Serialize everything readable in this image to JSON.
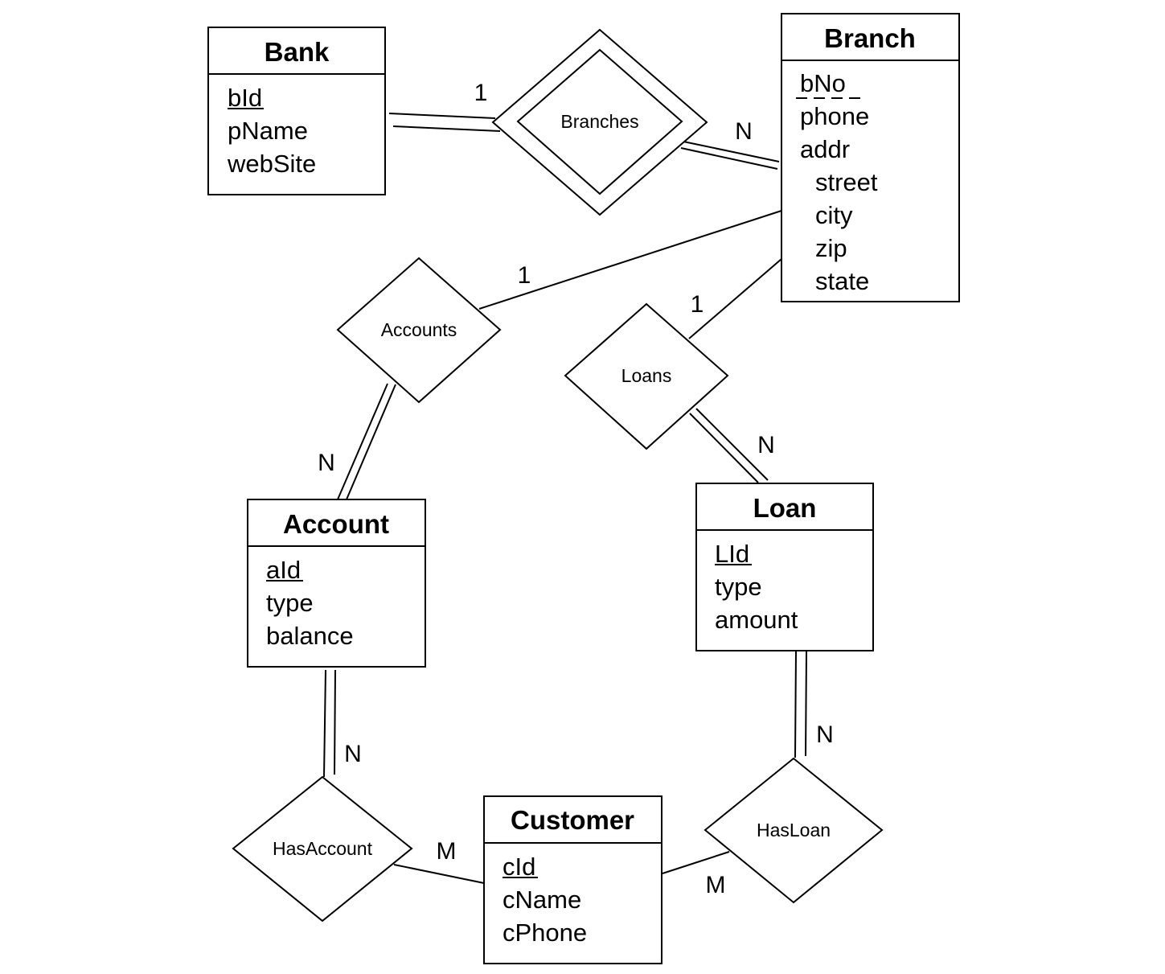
{
  "entities": {
    "bank": {
      "name": "Bank",
      "attributes": [
        "bId",
        "pName",
        "webSite"
      ],
      "key": "bId"
    },
    "branch": {
      "name": "Branch",
      "attributes": [
        "bNo",
        "phone",
        "addr",
        "street",
        "city",
        "zip",
        "state"
      ],
      "partial_key": "bNo",
      "composite": {
        "addr": [
          "street",
          "city",
          "zip",
          "state"
        ]
      }
    },
    "account": {
      "name": "Account",
      "attributes": [
        "aId",
        "type",
        "balance"
      ],
      "key": "aId"
    },
    "loan": {
      "name": "Loan",
      "attributes": [
        "LId",
        "type",
        "amount"
      ],
      "key": "LId"
    },
    "customer": {
      "name": "Customer",
      "attributes": [
        "cId",
        "cName",
        "cPhone"
      ],
      "key": "cId"
    }
  },
  "relationships": {
    "branches": {
      "name": "Branches",
      "identifying": true
    },
    "accounts": {
      "name": "Accounts"
    },
    "loans": {
      "name": "Loans"
    },
    "has_account": {
      "name": "HasAccount"
    },
    "has_loan": {
      "name": "HasLoan"
    }
  },
  "cardinalities": {
    "bank_branches": "1",
    "branches_branch": "N",
    "branch_accounts": "1",
    "accounts_account": "N",
    "branch_loans": "1",
    "loans_loan": "N",
    "account_hasaccount": "N",
    "hasaccount_customer": "M",
    "loan_hasloan": "N",
    "hasloan_customer": "M"
  }
}
